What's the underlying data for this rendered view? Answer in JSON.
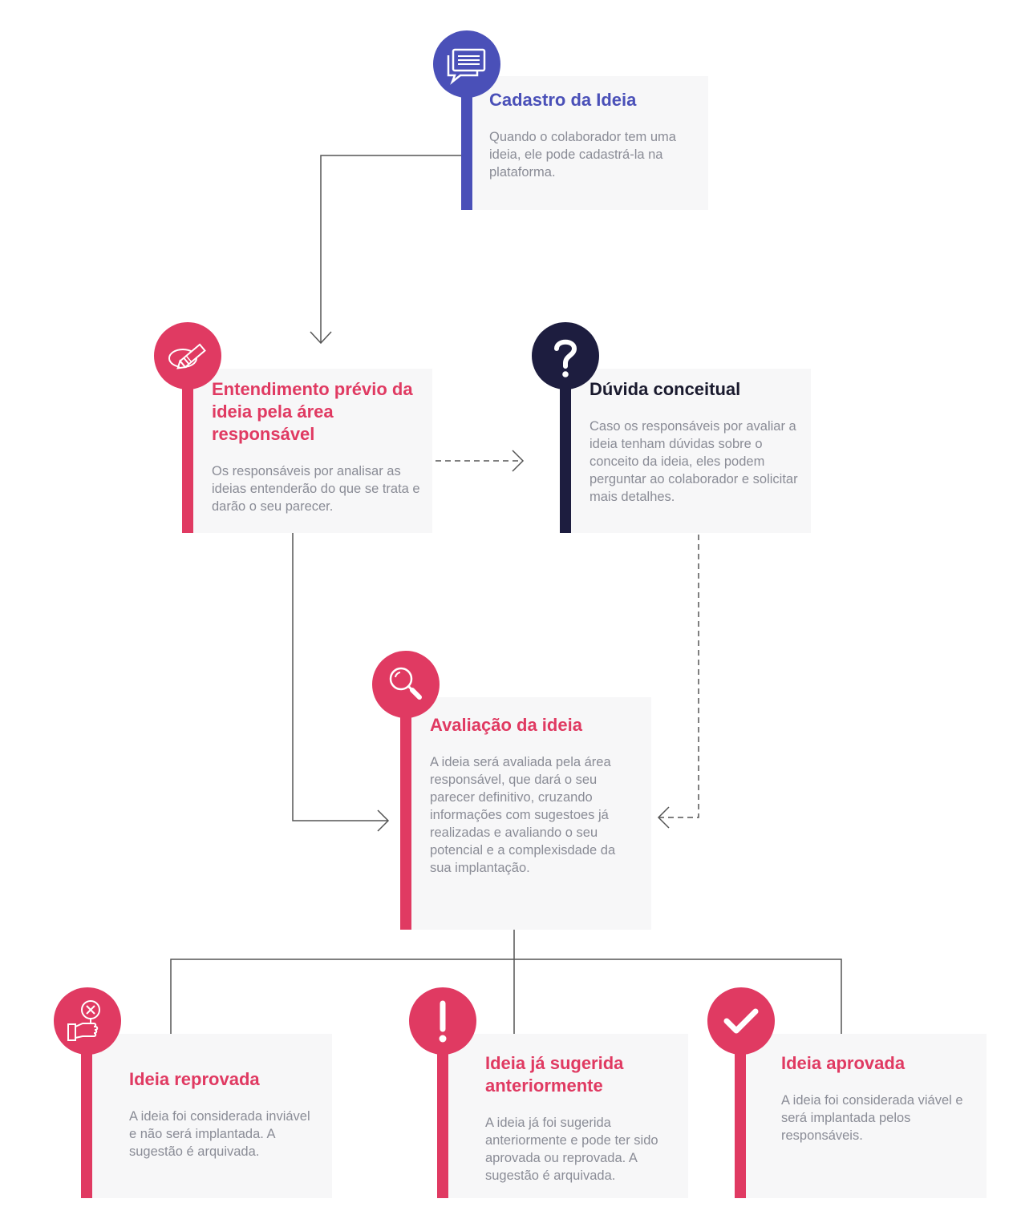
{
  "colors": {
    "blue": "#4a50b8",
    "red": "#e03a62",
    "navy": "#1d1d3f",
    "card": "#f7f7f8",
    "line": "#555555",
    "text": "#8a8c96"
  },
  "steps": {
    "cadastro": {
      "title": "Cadastro da Ideia",
      "description": "Quando o colaborador tem uma ideia, ele pode cadastrá-la na plataforma.",
      "icon": "chat-bubble-icon"
    },
    "entendimento": {
      "title": "Entendimento prévio da ideia pela área responsável",
      "description": "Os responsáveis por analisar as ideias entenderão do que se trata e darão o seu parecer.",
      "icon": "pencil-icon"
    },
    "duvida": {
      "title": "Dúvida conceitual",
      "description": "Caso os responsáveis por avaliar a ideia tenham dúvidas sobre o conceito da ideia, eles podem perguntar ao colaborador e solicitar mais detalhes.",
      "icon": "question-mark-icon"
    },
    "avaliacao": {
      "title": "Avaliação da ideia",
      "description": "A ideia será avaliada pela área responsável, que dará o seu parecer definitivo, cruzando informações com sugestoes já realizadas e avaliando o seu potencial e a complexisdade da sua implantação.",
      "icon": "magnifier-icon"
    },
    "reprovada": {
      "title": "Ideia reprovada",
      "description": "A ideia foi considerada inviável e não será implantada. A sugestão é arquivada.",
      "icon": "thumbs-down-icon"
    },
    "sugerida": {
      "title": "Ideia já sugerida anteriormente",
      "description": "A ideia já foi sugerida anteriormente e pode ter sido aprovada ou reprovada. A sugestão é arquivada.",
      "icon": "exclamation-icon"
    },
    "aprovada": {
      "title": "Ideia aprovada",
      "description": "A ideia foi considerada viável e será implantada pelos responsáveis.",
      "icon": "checkmark-icon"
    }
  }
}
